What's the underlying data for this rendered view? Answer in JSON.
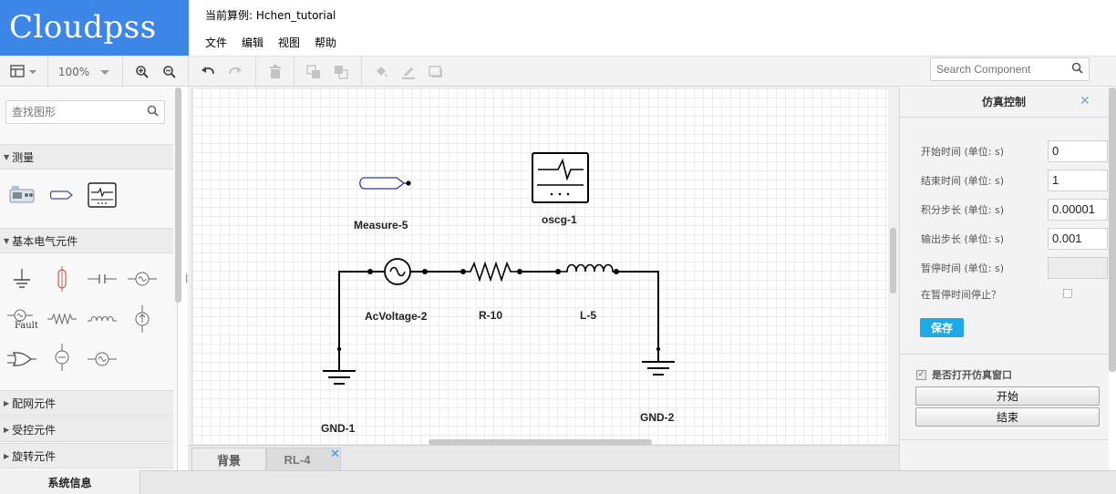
{
  "app": {
    "logo": "Cloudpss",
    "case_title": "当前算例: Hchen_tutorial"
  },
  "menu": [
    "文件",
    "编辑",
    "视图",
    "帮助"
  ],
  "toolbar": {
    "zoom_level": "100%",
    "search_placeholder": "Search Component"
  },
  "sidebar": {
    "search_placeholder": "查找图形",
    "sections": [
      {
        "label": "测量",
        "expanded": true
      },
      {
        "label": "基本电气元件",
        "expanded": true
      },
      {
        "label": "配网元件",
        "expanded": false
      },
      {
        "label": "受控元件",
        "expanded": false
      },
      {
        "label": "旋转元件",
        "expanded": false
      }
    ],
    "fault_label": "Fault"
  },
  "canvas": {
    "components": {
      "measure": "Measure-5",
      "oscg": "oscg-1",
      "acvoltage": "AcVoltage-2",
      "resistor": "R-10",
      "inductor": "L-5",
      "gnd1": "GND-1",
      "gnd2": "GND-2"
    }
  },
  "tabs": [
    {
      "label": "背景",
      "active": false
    },
    {
      "label": "RL-4",
      "active": true
    }
  ],
  "sim_panel": {
    "title": "仿真控制",
    "fields": [
      {
        "label": "开始时间 (单位: s)",
        "value": "0"
      },
      {
        "label": "结束时间 (单位: s)",
        "value": "1"
      },
      {
        "label": "积分步长 (单位: s)",
        "value": "0.00001"
      },
      {
        "label": "输出步长 (单位: s)",
        "value": "0.001"
      },
      {
        "label": "暂停时间 (单位: s)",
        "value": ""
      }
    ],
    "stop_at_pause_label": "在暂停时间停止？",
    "save_label": "保存",
    "open_window_label": "是否打开仿真窗口",
    "start_label": "开始",
    "end_label": "结束"
  },
  "footer": {
    "system_info": "系统信息"
  },
  "colors": {
    "logo_bg": "#3b86e6",
    "save_button": "#1ea8e6",
    "close_icon": "#7aa7d9"
  }
}
